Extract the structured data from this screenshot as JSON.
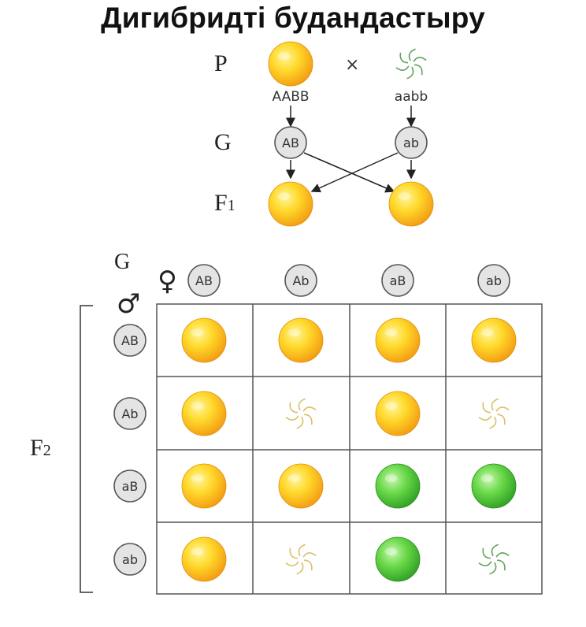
{
  "title": "Дигибридті будандастыру",
  "cross": {
    "p_label": "P",
    "cross_sign": "×",
    "g_label": "G",
    "f1_label": "F",
    "f1_sub": "1",
    "parent1_genotype": "AABB",
    "parent2_genotype": "aabb",
    "parent1_gamete": "AB",
    "parent2_gamete": "ab"
  },
  "punnett": {
    "g_label": "G",
    "female_symbol": "♀",
    "male_symbol": "♂",
    "f2_label": "F",
    "f2_sub": "2",
    "female_gametes": [
      "AB",
      "Ab",
      "aB",
      "ab"
    ],
    "male_gametes": [
      "AB",
      "Ab",
      "aB",
      "ab"
    ],
    "cells": [
      [
        "yellow-smooth",
        "yellow-smooth",
        "yellow-smooth",
        "yellow-smooth"
      ],
      [
        "yellow-smooth",
        "yellow-wrinkled",
        "yellow-smooth",
        "yellow-wrinkled"
      ],
      [
        "yellow-smooth",
        "yellow-smooth",
        "green-smooth",
        "green-smooth"
      ],
      [
        "yellow-smooth",
        "yellow-wrinkled",
        "green-smooth",
        "green-wrinkled"
      ]
    ]
  },
  "colors": {
    "yellow_light": "#fff27a",
    "yellow_mid": "#ffd21e",
    "yellow_dark": "#f2a214",
    "green_light": "#b8f59a",
    "green_mid": "#5fd33f",
    "green_dark": "#2f9f24",
    "gamete_fill": "#e4e4e4",
    "grid_line": "#555555"
  }
}
